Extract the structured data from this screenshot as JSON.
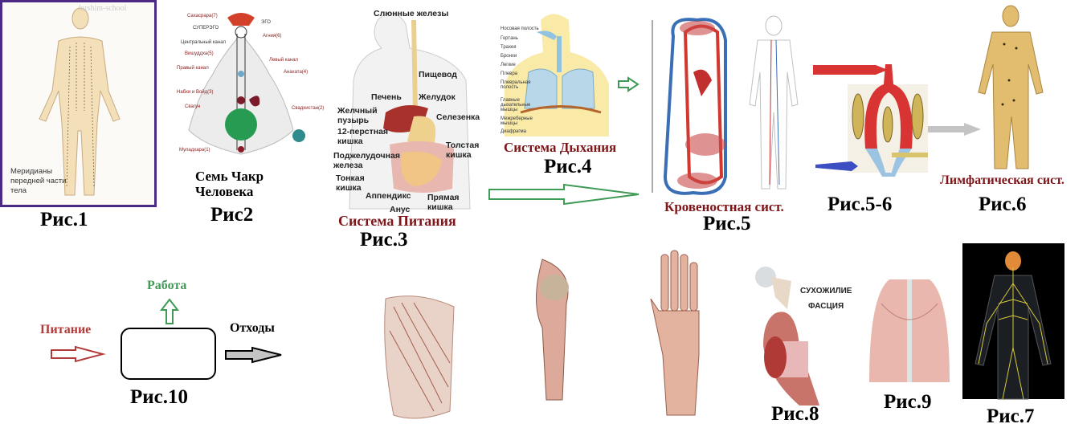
{
  "colors": {
    "purple_frame": "#4b2a86",
    "title_red": "#7d1519",
    "green_arrow": "#3f9a55",
    "food_red": "#b23a3a",
    "skin": "#f3dfb8"
  },
  "fig1": {
    "caption": "Рис.1",
    "inner_text": "Меридианы передней части тела",
    "watermark": "larshim-school"
  },
  "fig2": {
    "caption": "Рис2",
    "title_line1": "Семь Чакр",
    "title_line2": "Человека",
    "labels": [
      "Сахасрара(7)",
      "СУПЕРЭГО",
      "ЭГО",
      "Агния(6)",
      "Центральный канал",
      "Вишуддха(5)",
      "Левый канал",
      "Правый канал",
      "Анахата(4)",
      "Набхи и Войд(3)",
      "Свадхистан(2)",
      "Свагун",
      "Муладхара(1)"
    ]
  },
  "fig3": {
    "caption": "Рис.3",
    "title": "Система Питания",
    "labels": [
      "Слюнные железы",
      "Пищевод",
      "Печень",
      "Желудок",
      "Желчный пузырь",
      "Селезенка",
      "12-перстная кишка",
      "Толстая кишка",
      "Поджелудочная железа",
      "Тонкая кишка",
      "Аппендикс",
      "Прямая кишка",
      "Анус"
    ]
  },
  "fig4": {
    "caption": "Рис.4",
    "title": "Система Дыхания",
    "labels": [
      "Носовая полость",
      "Гортань",
      "Трахея",
      "Бронхи",
      "Легкие",
      "Плевра",
      "Плевральная полость",
      "Главные дыхательные мышцы",
      "Межреберные мышцы",
      "Диафрагма"
    ]
  },
  "fig5": {
    "caption": "Рис.5",
    "title": "Кровеностная сист."
  },
  "fig56": {
    "caption": "Рис.5-6"
  },
  "fig6": {
    "caption": "Рис.6",
    "title": "Лимфатическая сист."
  },
  "fig7": {
    "caption": "Рис.7"
  },
  "fig8": {
    "caption": "Рис.8",
    "labels": [
      "СУХОЖИЛИЕ",
      "ФАСЦИЯ"
    ]
  },
  "fig9": {
    "caption": "Рис.9"
  },
  "fig10": {
    "caption": "Рис.10",
    "input": "Питание",
    "work": "Работа",
    "waste": "Отходы"
  }
}
